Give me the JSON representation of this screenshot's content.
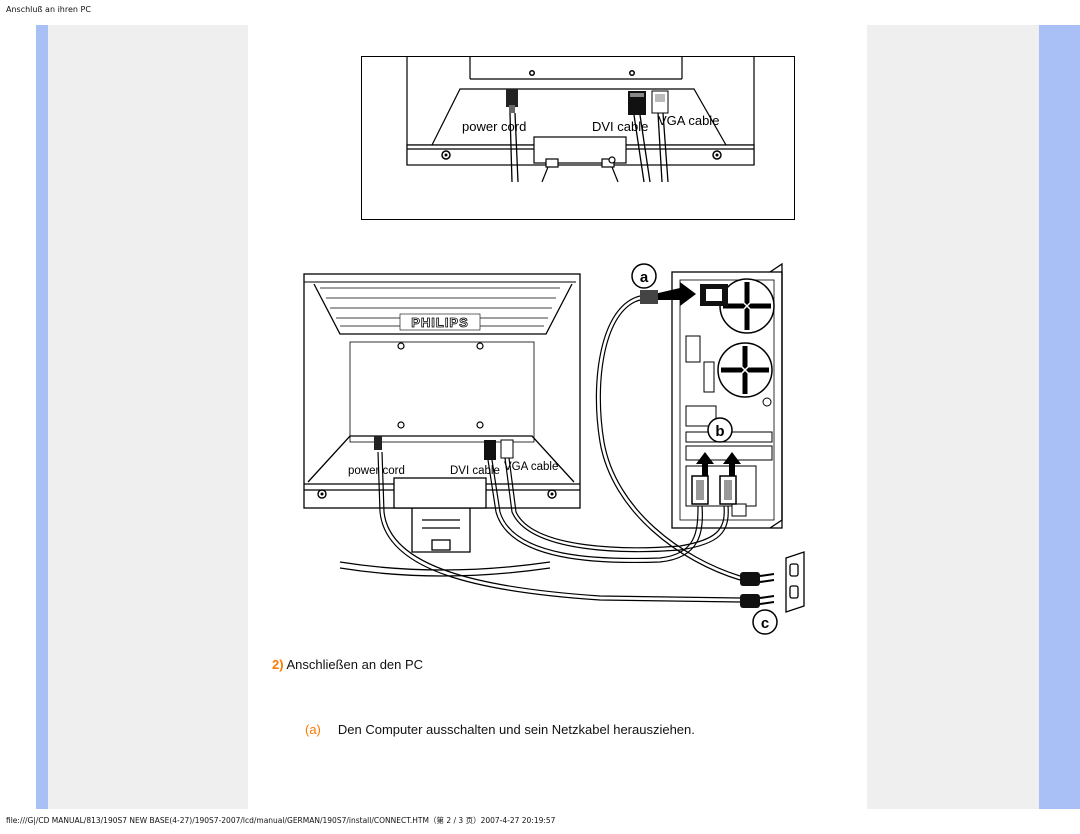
{
  "header": {
    "title": "Anschluß an ihren PC"
  },
  "figure_top": {
    "labels": {
      "power": "power cord",
      "dvi": "DVI cable",
      "vga": "VGA cable"
    }
  },
  "figure_main": {
    "brand": "PHILIPS",
    "labels": {
      "power": "power cord",
      "dvi": "DVI cable",
      "vga": "VGA cable"
    },
    "callouts": {
      "a": "a",
      "b": "b",
      "c": "c"
    }
  },
  "content": {
    "step_number": "2)",
    "step_title": "Anschließen an den PC",
    "sub_marker": "(a)",
    "sub_text": "Den Computer ausschalten und sein Netzkabel herausziehen."
  },
  "footer": {
    "path": "file:///G|/CD MANUAL/813/190S7 NEW BASE(4-27)/190S7-2007/lcd/manual/GERMAN/190S7/install/CONNECT.HTM（第 2 / 3 页）2007-4-27 20:19:57"
  }
}
